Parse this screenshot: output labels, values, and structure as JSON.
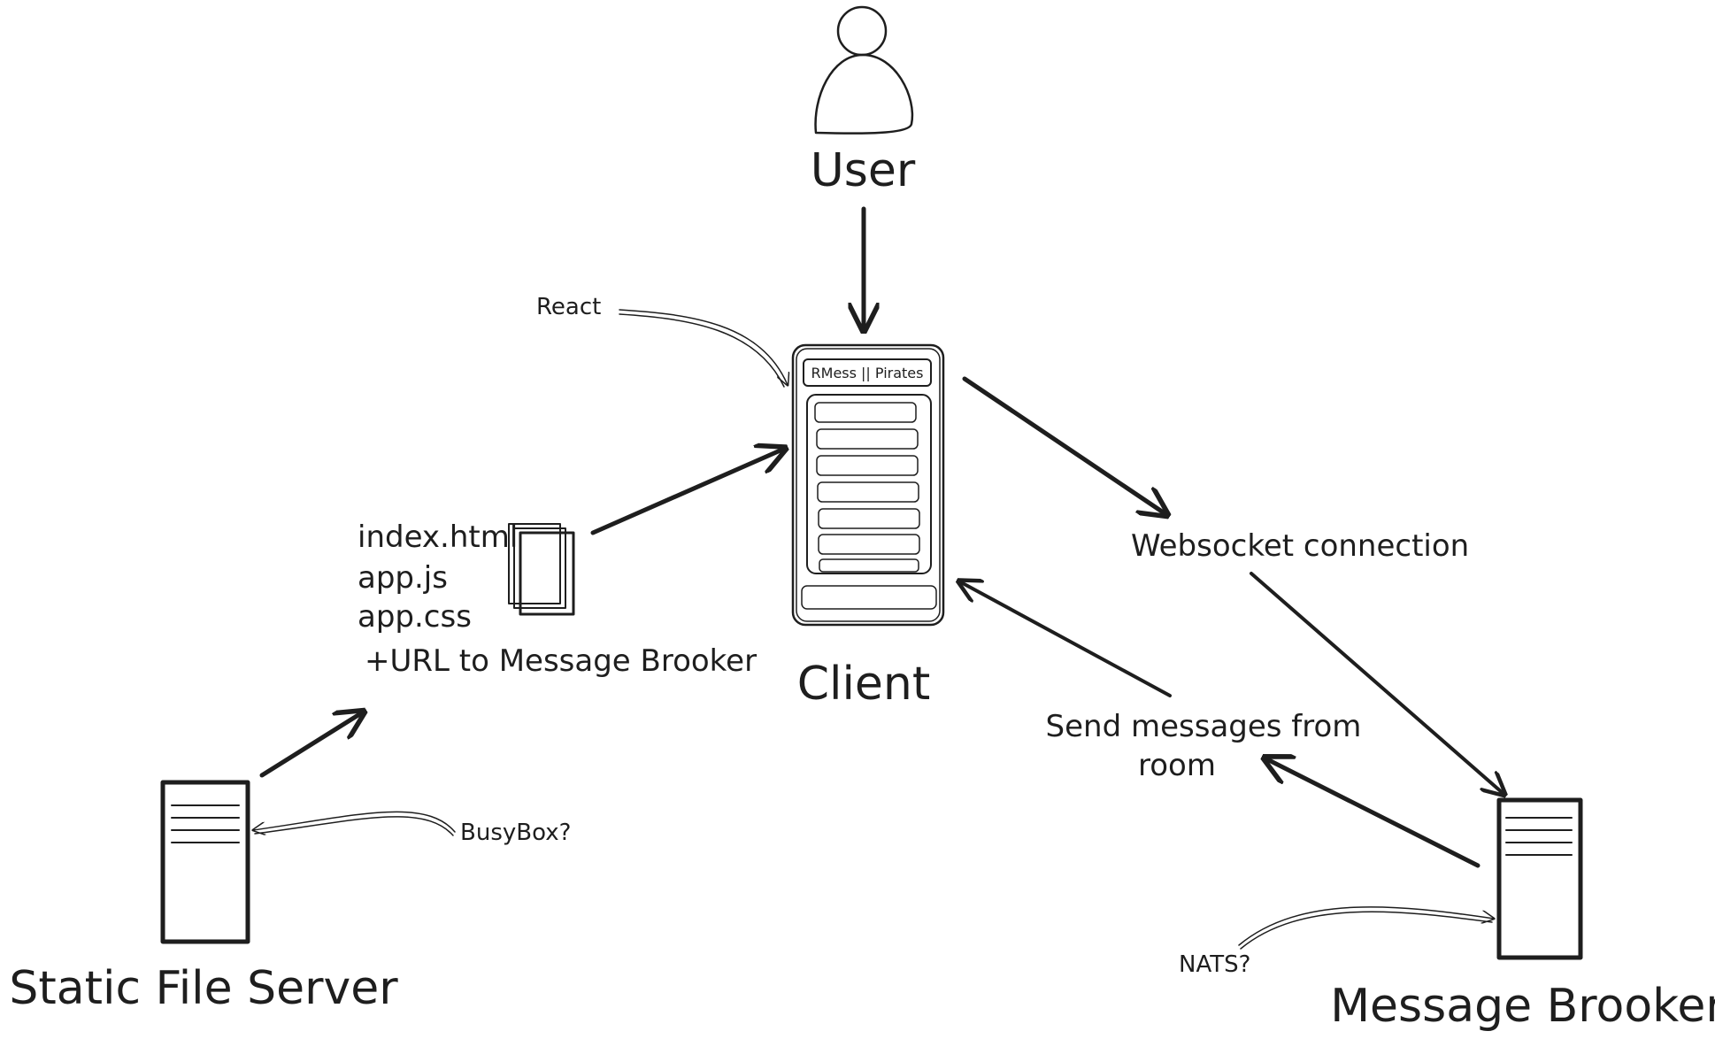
{
  "labels": {
    "user": "User",
    "client": "Client",
    "static_server": "Static File Server",
    "message_broker": "Message Brooker",
    "websocket": "Websocket connection",
    "send_messages_line1": "Send messages from",
    "send_messages_line2": "room",
    "react": "React",
    "busybox": "BusyBox?",
    "nats": "NATS?",
    "client_title": "RMess || Pirates"
  },
  "files": {
    "index": "index.html",
    "app_js": "app.js",
    "app_css": "app.css",
    "url_note": "+URL to Message Brooker"
  }
}
